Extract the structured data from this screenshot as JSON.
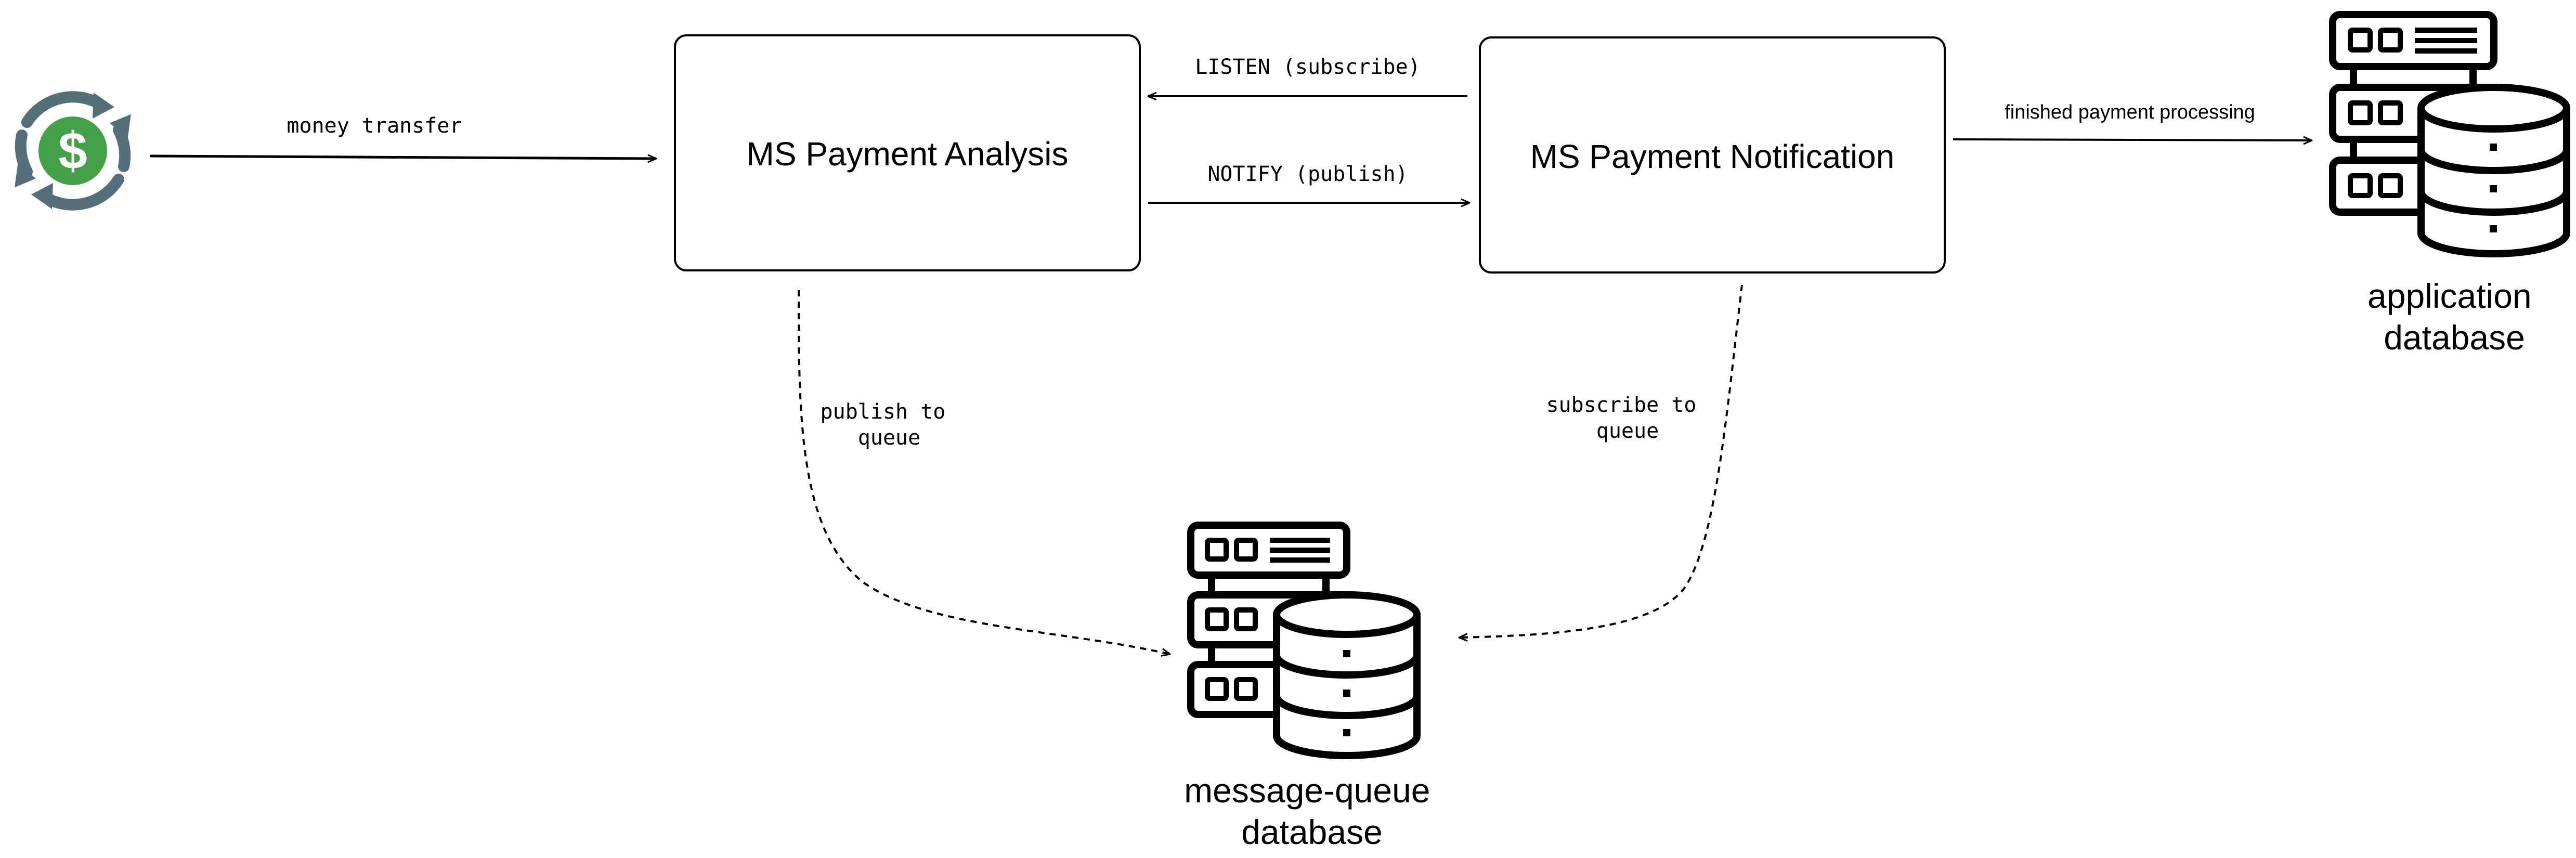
{
  "nodes": {
    "analysis": {
      "label": "MS Payment Analysis"
    },
    "notification": {
      "label": "MS Payment Notification"
    },
    "app_db": {
      "label_lines": [
        "application",
        "database"
      ]
    },
    "mq_db": {
      "label_lines": [
        "message-queue",
        "database"
      ]
    },
    "money_icon": {
      "icon": "money-transfer-icon",
      "colors": {
        "ring": "#546e7a",
        "coin": "#43a047"
      }
    }
  },
  "edges": {
    "money_transfer": {
      "label": "money transfer"
    },
    "listen": {
      "label": "LISTEN (subscribe)"
    },
    "notify": {
      "label": "NOTIFY (publish)"
    },
    "finished": {
      "label": "finished payment processing"
    },
    "publish_queue": {
      "label_lines": [
        "publish to",
        "queue"
      ]
    },
    "subscribe_queue": {
      "label_lines": [
        "subscribe to",
        "queue"
      ]
    }
  },
  "colors": {
    "stroke": "#000000",
    "background": "#ffffff"
  }
}
